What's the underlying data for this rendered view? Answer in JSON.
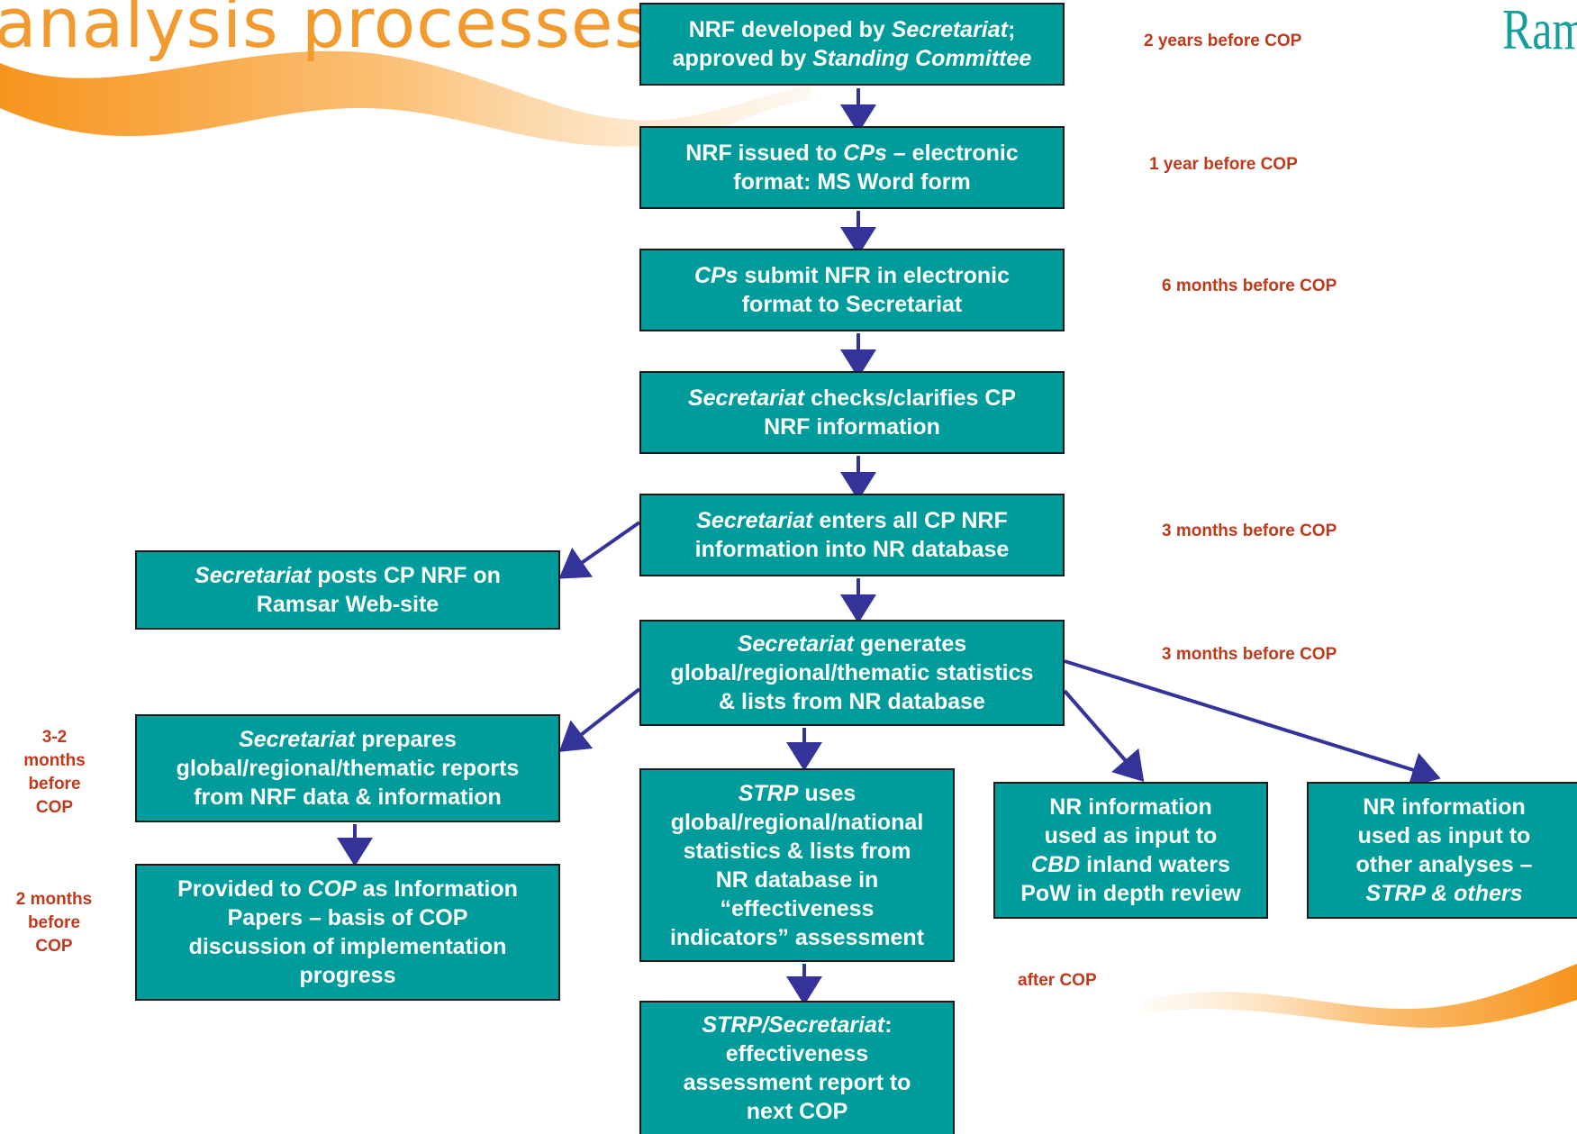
{
  "title": "analysis processes",
  "logo": "Ram",
  "colors": {
    "box": "#009b9b",
    "time_text": "#c0391b",
    "arrow": "#33339a",
    "title": "#f39a2e"
  },
  "boxes": {
    "b1": {
      "l1a": "NRF developed by ",
      "l1b": "Secretariat",
      "l1c": ";",
      "l2a": "approved by ",
      "l2b": "Standing Committee"
    },
    "b2": {
      "l1a": "NRF issued to ",
      "l1b": "CPs",
      "l1c": " – electronic",
      "l2": "format: MS Word form"
    },
    "b3": {
      "l1a": "CPs",
      "l1b": " submit NFR in electronic",
      "l2": "format to Secretariat"
    },
    "b4": {
      "l1a": "Secretariat",
      "l1b": " checks/clarifies CP",
      "l2": "NRF information"
    },
    "b5": {
      "l1a": "Secretariat",
      "l1b": " enters all CP NRF",
      "l2": "information into NR database"
    },
    "b6": {
      "l1a": "Secretariat",
      "l1b": " posts CP NRF on",
      "l2": "Ramsar Web-site"
    },
    "b7": {
      "l1a": "Secretariat",
      "l1b": " generates",
      "l2": "global/regional/thematic statistics",
      "l3": "& lists from NR database"
    },
    "b8": {
      "l1a": "Secretariat",
      "l1b": " prepares",
      "l2": "global/regional/thematic reports",
      "l3": "from NRF data & information"
    },
    "b9": {
      "l1a": "Provided to ",
      "l1b": "COP",
      "l1c": " as Information",
      "l2": "Papers – basis of COP",
      "l3": "discussion of implementation",
      "l4": "progress"
    },
    "b10": {
      "l1a": "STRP",
      "l1b": " uses",
      "l2": "global/regional/national",
      "l3": "statistics & lists from",
      "l4": "NR database in",
      "l5": "“effectiveness",
      "l6": "indicators” assessment"
    },
    "b11": {
      "l1": "NR information",
      "l2": "used as input to",
      "l3a": "CBD",
      "l3b": " inland waters",
      "l4": "PoW in depth review"
    },
    "b12": {
      "l1": "NR information",
      "l2": "used as input to",
      "l3": "other analyses –",
      "l4": "STRP & others"
    },
    "b13": {
      "l1a": "STRP/Secretariat",
      "l1b": ":",
      "l2": "effectiveness",
      "l3": "assessment report to",
      "l4": "next COP"
    }
  },
  "timings": {
    "t1": "2 years before COP",
    "t2": "1 year before COP",
    "t3": "6 months before COP",
    "t4": "3 months before COP",
    "t5": "3 months before COP",
    "t6": "3-2 months before COP",
    "t7": "2 months before COP",
    "t8": "after COP"
  }
}
